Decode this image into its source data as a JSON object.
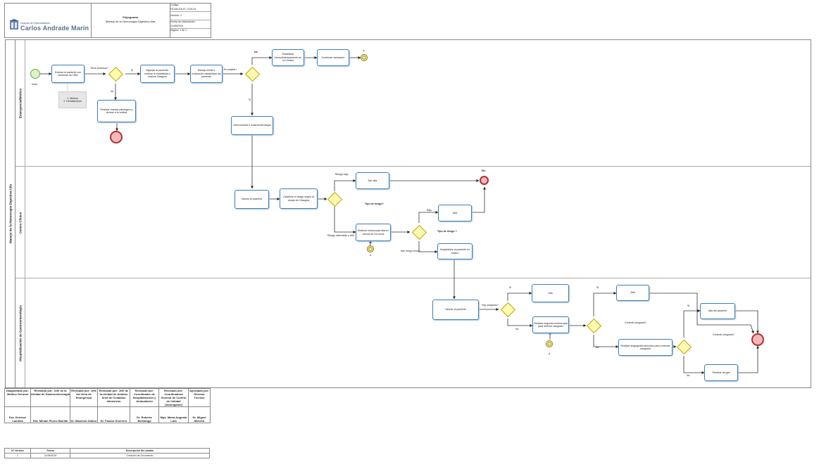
{
  "header": {
    "org_small": "Hospital de Especialidades",
    "org_name": "Carlos Andrade Marín",
    "doc_type": "Flujograma",
    "doc_title": "Manejo de la Hemorragia Digestiva Alta",
    "code": "Código:",
    "code_value": "HCAM-GA-FL-COA-01",
    "version": "Versión: 1",
    "date_label": "Fecha de elaboración:",
    "date_value": "21/06/2019",
    "page": "Página:   1 de 1"
  },
  "pool_title": "Manejo de la Hemorragia Digestiva Alta",
  "lanes": {
    "l1": "Emergencia/Médico",
    "l2": "Centro Clínico",
    "l3": "Hospitalización de Gastroenterología"
  },
  "nodes": {
    "inicio": "Inicio",
    "t1": "Evaluar al paciente con síntomas de HDA",
    "n1": "1. Melena\n2. Hematemesis",
    "g1": "Tiene síntomas?",
    "g1_si": "Si",
    "g1_no": "No",
    "t2": "Realizar manejo patológico y derivar a la unidad",
    "t3": "Ingresar al paciente, evaluar la estabilidad y realizar Glasgow",
    "t4": "Manejo inicial y evaluación estabilidad del paciente",
    "g2": "Es estable?",
    "g2_no": "No",
    "g2_si": "Si",
    "t5": "Estabilizar hemodinámicamente en la Unidad",
    "t6": "Continuar valoración",
    "a_label": "A",
    "t7": "Interconsulta a Gastroenterología",
    "t8": "Valorar al paciente",
    "t9": "Clasificar el riesgo según la escala de Glasgow",
    "g3": "Tipo de riesgo?",
    "r_bajo": "Riesgo bajo",
    "r_alto": "Riesgo intermedio o Alto",
    "t10": "Dar alta",
    "fin": "Fin",
    "t11": "Realizar endoscopia alta en menos de 24 horas",
    "g4": "Tipo de riesgo ?",
    "r_bajo2": "Bajo",
    "r_alto2": "Alto riesgo clínico",
    "t12": "Alta",
    "t13": "Hospitalizar al paciente en Gastro",
    "t14": "Valorar al paciente",
    "g5": "Hay sangrado?",
    "g5_si": "Si",
    "g5_no": "No",
    "t15": "Alta",
    "t16": "Realizar segunda endoscopia para detener sangrado",
    "g6": "Controla sangrado?",
    "g6_si": "Si",
    "g6_no": "No",
    "t17": "Alta",
    "t18": "Realizar angiografía selectiva para controlar sangrado",
    "g7": "Controla sangrado?",
    "g7_si": "Si",
    "g7_no": "No",
    "t19": "Alta del paciente",
    "t20": "Realizar cirugía"
  },
  "signatures": [
    {
      "role": "Diagramado por: Médico General",
      "name": "Dra. Denisse Landeta"
    },
    {
      "role": "Revisado por: Jefe de la Unidad de Gastroenterología",
      "name": "Dra. Miriam Flores Bonilla"
    },
    {
      "role": "Revisado por: Jefe del Área de Emergencia",
      "name": "Dr. Mauricio Gaibor"
    },
    {
      "role": "Revisado por: Jefe de la Unidad de Adultos Área de Cuidados Intensivos",
      "name": "Dr. Fausto Guerrero"
    },
    {
      "role": "Revisado por: Coordinador de Hospitalización y Ambulatorio",
      "name": "Dr. Roberto Beletanga"
    },
    {
      "role": "Revisado por: Coordinadora General de Control de Calidad (Subrogante)",
      "name": "Mgs. María Augusta Lara"
    },
    {
      "role": "Aprobado por: Director Técnico",
      "name": "Dr. Miguel Moreira"
    }
  ],
  "version_table": {
    "h_version": "N° Versión",
    "h_date": "Fecha",
    "h_desc": "Descripción del cambio",
    "v": "1",
    "d": "21/06/2019",
    "desc": "Creación de Documento"
  }
}
